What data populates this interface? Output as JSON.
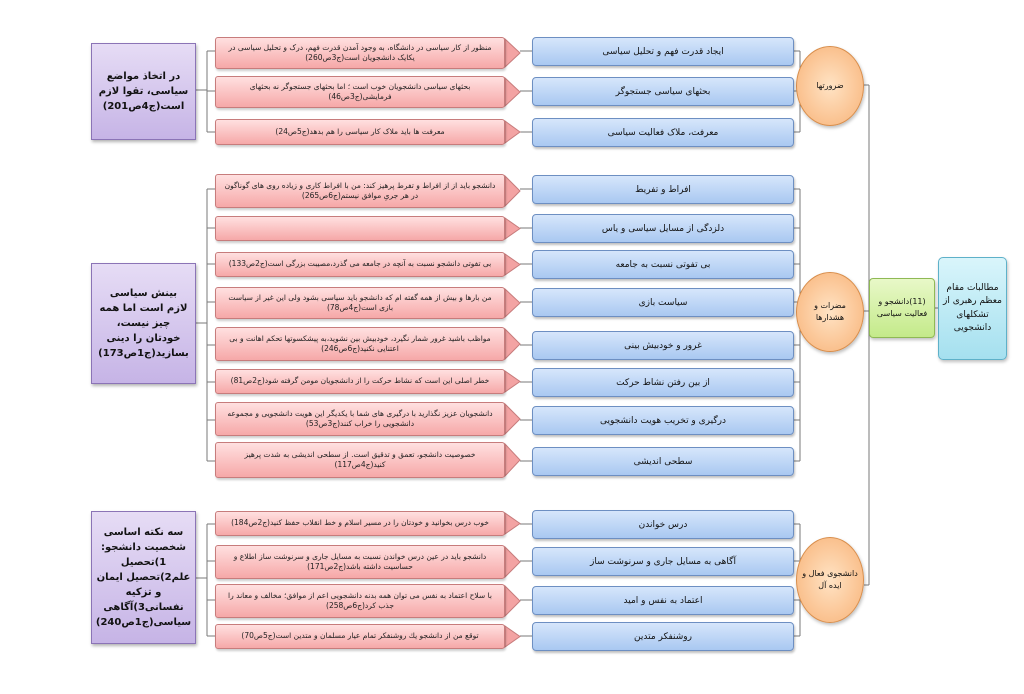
{
  "root": "مطالبات مقام معظم رهبری از تشکلهای دانشجویی",
  "hub": "(11)دانشجو و فعالیت سیاسی",
  "groups": [
    {
      "circle": "ضرورتها",
      "summary": "در اتخاذ مواضع سیاسی، تقوا لازم است(ج4ص201)",
      "items": [
        {
          "label": "ایجاد قدرت فهم و تحلیل سیاسی",
          "note": "منظور از كار سیاسی در دانشگاه، به وجود آمدن قدرت فهم، درک و تحلیل سیاسی در یکایک دانشجویان است(ج3ص260)"
        },
        {
          "label": "بحثهای سیاسی جستجوگر",
          "note": "بحثهای سیاسی دانشجویان خوب است ؛ اما بحثهای جستجوگر نه بحثهای فرمایشی(ج3ص46)"
        },
        {
          "label": "معرفت، ملاک فعالیت سیاسی",
          "note": "معرفت ها باید ملاک كار سیاسی را هم بدهد(ج5ص24)"
        }
      ]
    },
    {
      "circle": "مضرات و هشدارها",
      "summary": "بینش سیاسی لازم است اما همه چیز نیست، خودتان را دینی بسازید(ج1ص173)",
      "items": [
        {
          "label": "افراط و تفریط",
          "note": "دانشجو باید از از افراط و تفرط پرهیز کند: من با افراط کاری و زیاده روی های گوناگون در هر جریِ موافق نیستم(ج6ص265)"
        },
        {
          "label": "دلزدگی از مسایل سیاسی و یاس",
          "note": ""
        },
        {
          "label": "بی تفوتی نسبت به جامعه",
          "note": "بی تفوتی دانشجو نسبت به آنچه در جامعه می گذرد،مصیبت بزرگی است(ج2ص133)"
        },
        {
          "label": "سیاست بازی",
          "note": "من بارها و بیش از همه گفته ام كه دانشجو باید سیاسی بشود ولی این غیر از سیاست بازی است(ج4ص78)"
        },
        {
          "label": "غرور و خودبیش بینی",
          "note": "مواظب باشید غرور شمار نگیرد، خودبیش بین نشوید،به پیشکسوتها تحکم اهانت و بی اعتنایی نکنید(ج6ص246)"
        },
        {
          "label": "از بین رفتن نشاط حرکت",
          "note": "خطر اصلی این است كه نشاط حركت را از دانشجویان مومن گرفته شود(ج2ص81)"
        },
        {
          "label": "درگیری و تخریب هویت دانشجویی",
          "note": "دانشجویان عزیز نگذارید با درگیری های شما با یکدیگر این هویت دانشجویی و مجموعه دانشجویی را خراب کنند(ج3ص53)"
        },
        {
          "label": "سطحی اندیشی",
          "note": "خصوصیت دانشجو، تعمق و تدقیق است. از سطحی اندیشی به شدت پرهیز كنید(ج4ص117)"
        }
      ]
    },
    {
      "circle": "دانشجوی فعال و ایده آل",
      "summary": "سه نکته اساسی شخصیت دانشجو: 1)تحصیل علم2)تحصیل ایمان و تزکیه نفسانی3)آگاهی سیاسی(ج1ص240)",
      "items": [
        {
          "label": "درس خواندن",
          "note": "خوب درس بخوانید و خودتان را در مسیر اسلام و خط انقلاب حفظ كنید(ج2ص184)"
        },
        {
          "label": "آگاهی به مسایل جاری و سرنوشت ساز",
          "note": "دانشجو باید در عین درس خواندن نسبت به مسایل جاری و سرنوشت ساز اطلاع و حساسیت داشته باشد(ج2ص171)"
        },
        {
          "label": "اعتماد به نفس و امید",
          "note": "با سلاح اعتماد به نفس می توان همه بدنه دانشجویی اعم از موافق؛ مخالف و معاند را جذب كرد(ج6ص258)"
        },
        {
          "label": "روشنفکر متدین",
          "note": "توقع من از دانشجو یك روشنفكر تمام عیار مسلمان و متدین است(ج5ص70)"
        }
      ]
    }
  ]
}
